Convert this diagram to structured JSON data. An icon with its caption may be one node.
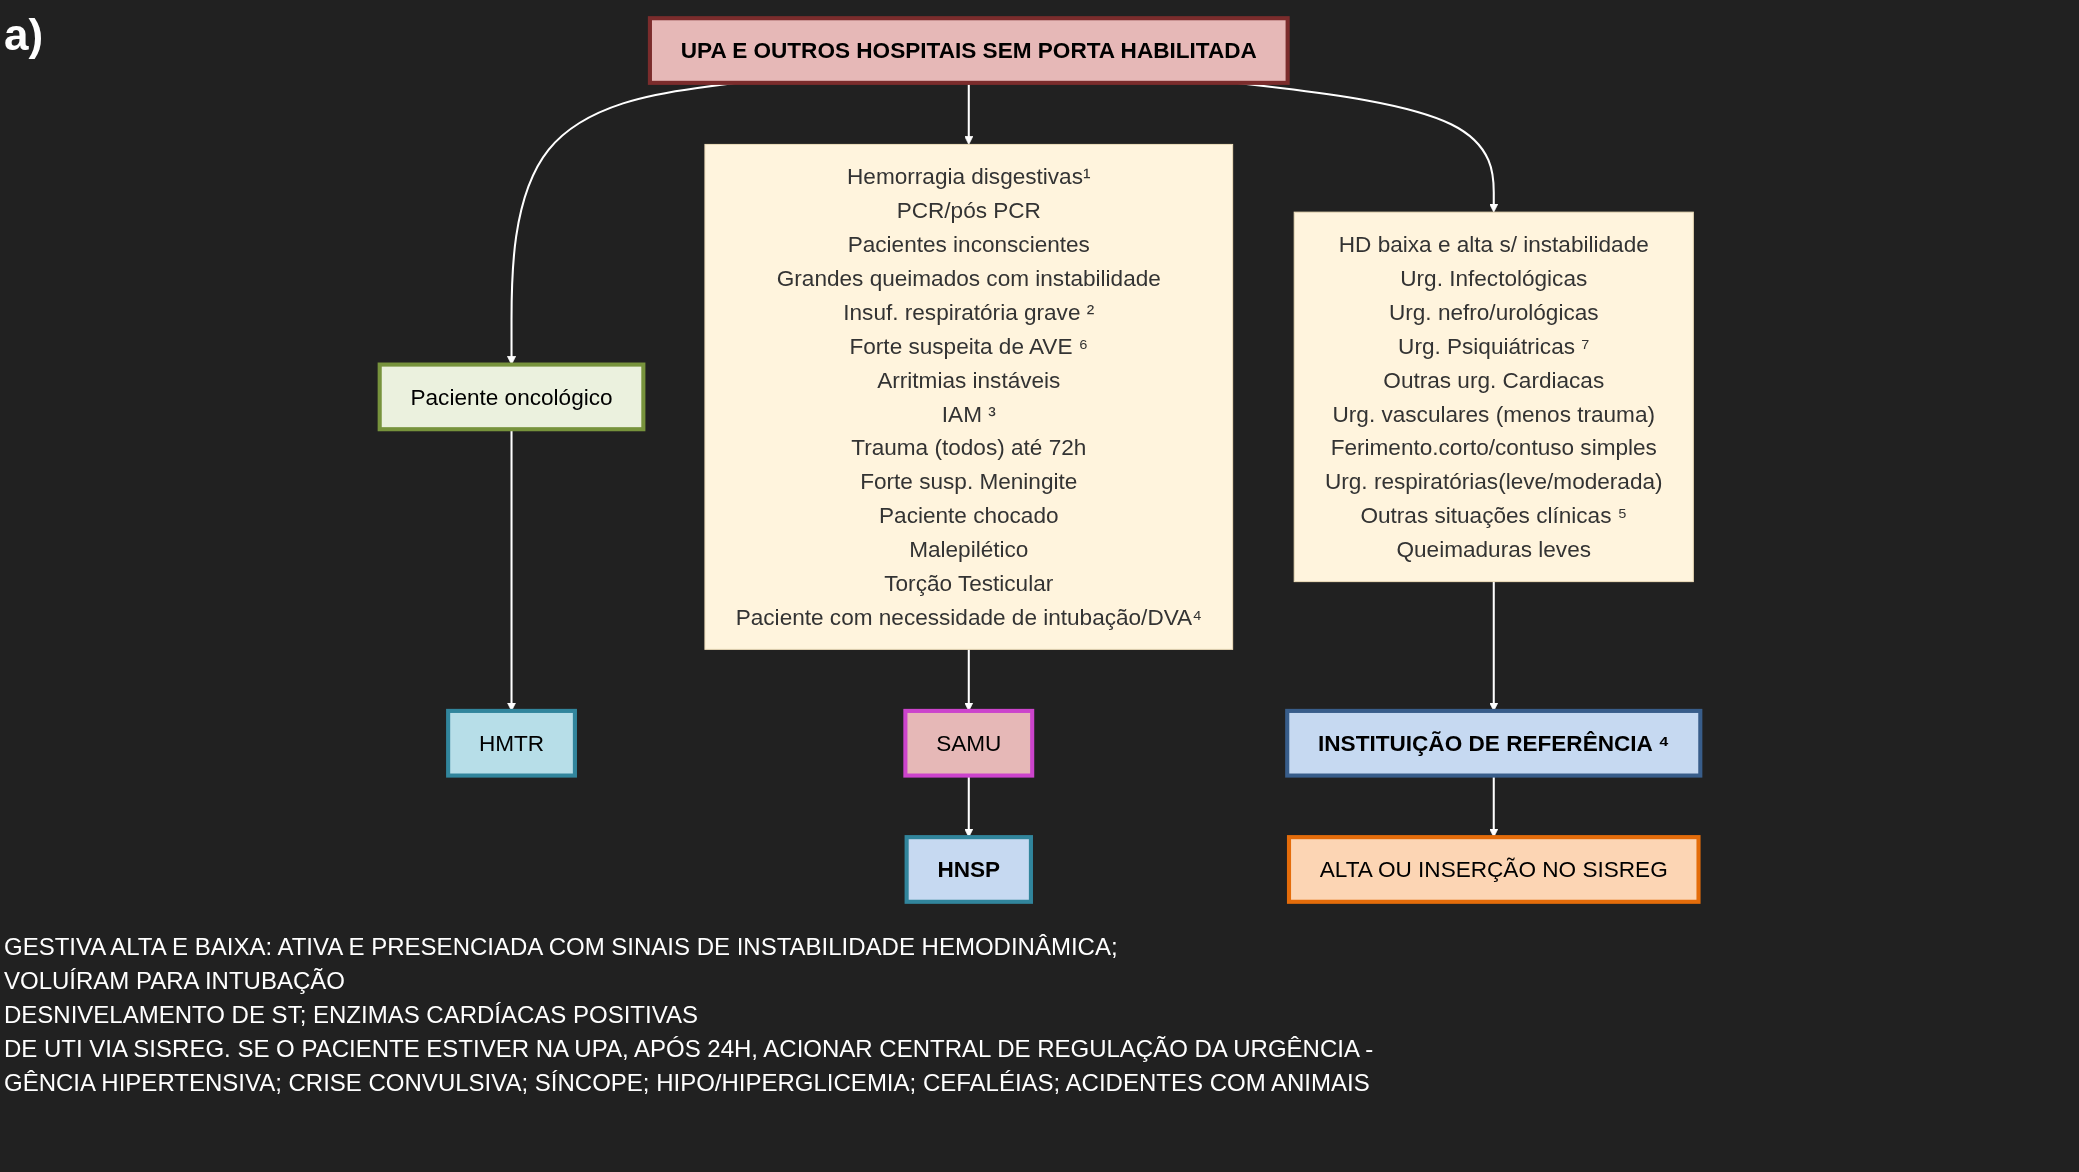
{
  "diagram": {
    "nodes": [
      {
        "text": [
          "UPA E OUTROS HOSPITAIS  SEM PORTA HABILITADA"
        ]
      },
      {
        "text": [
          "Hemorragia disgestivas¹",
          "PCR/pós PCR",
          "Pacientes inconscientes",
          "Grandes queimados com instabilidade",
          "Insuf. respiratória grave ²",
          "Forte suspeita de AVE ⁶",
          "Arritmias instáveis",
          "IAM ³",
          "Trauma (todos) até 72h",
          "Forte susp. Meningite",
          "Paciente chocado",
          "Malepilético",
          "Torção Testicular",
          "Paciente com necessidade de intubação/DVA⁴"
        ]
      },
      {
        "text": [
          "Paciente oncológico"
        ]
      },
      {
        "text": [
          "HMTR"
        ]
      },
      {
        "text": [
          "HD baixa e alta s/ instabilidade",
          "Urg. Infectológicas",
          "Urg. nefro/urológicas",
          "Urg. Psiquiátricas ⁷",
          "Outras urg. Cardiacas",
          "Urg. vasculares (menos trauma)",
          "Ferimento.corto/contuso simples",
          "Urg. respiratórias(leve/moderada)",
          "Outras situações clínicas ⁵",
          "Queimaduras leves"
        ]
      },
      {
        "text": [
          "SAMU"
        ]
      },
      {
        "text": [
          "HNSP"
        ]
      },
      {
        "text": [
          "INSTITUIÇÃO DE REFERÊNCIA ⁴"
        ]
      },
      {
        "text": [
          "ALTA OU INSERÇÃO NO SISREG"
        ]
      }
    ],
    "edges": [
      {
        "from": 0,
        "to": 1,
        "arrow": "to"
      },
      {
        "from": 0,
        "to": 2,
        "arrow": "to"
      },
      {
        "from": 0,
        "to": 4,
        "arrow": "to"
      },
      {
        "from": 2,
        "to": 3,
        "arrow": "to"
      },
      {
        "from": 1,
        "to": 5,
        "arrow": "to"
      },
      {
        "from": 5,
        "to": 6,
        "arrow": "to"
      },
      {
        "from": 4,
        "to": 7,
        "arrow": "to"
      },
      {
        "from": 7,
        "to": 8,
        "arrow": "to"
      }
    ],
    "labels": [
      "a)",
      "GESTIVA ALTA E BAIXA: ATIVA E PRESENCIADA COM SINAIS DE INSTABILIDADE HEMODINÂMICA;",
      "VOLUÍRAM PARA INTUBAÇÃO",
      "DESNIVELAMENTO DE ST; ENZIMAS CARDÍACAS POSITIVAS",
      "DE UTI VIA SISREG. SE O PACIENTE ESTIVER NA UPA, APÓS 24H, ACIONAR CENTRAL DE REGULAÇÃO DA URGÊNCIA -",
      "GÊNCIA HIPERTENSIVA; CRISE CONVULSIVA; SÍNCOPE; HIPO/HIPERGLICEMIA; CEFALÉIAS;  ACIDENTES COM ANIMAIS"
    ]
  }
}
